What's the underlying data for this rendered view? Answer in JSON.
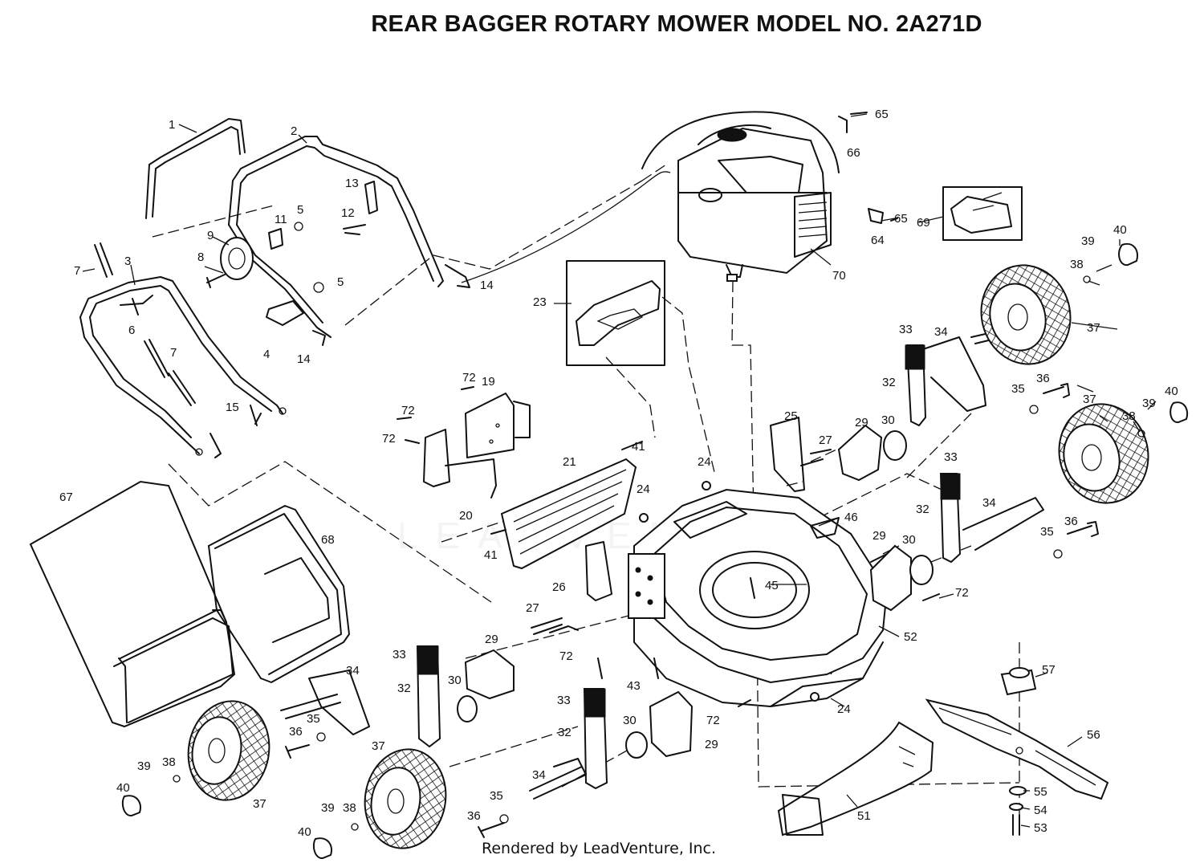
{
  "title": "REAR BAGGER ROTARY MOWER MODEL NO. 2A271D",
  "footer": "Rendered by LeadVenture, Inc.",
  "watermark": "LEADVENTURE",
  "callouts": [
    {
      "id": "c-1",
      "text": "1"
    },
    {
      "id": "c-2",
      "text": "2"
    },
    {
      "id": "c-3",
      "text": "3"
    },
    {
      "id": "c-4",
      "text": "4"
    },
    {
      "id": "c-5a",
      "text": "5"
    },
    {
      "id": "c-5b",
      "text": "5"
    },
    {
      "id": "c-6",
      "text": "6"
    },
    {
      "id": "c-7a",
      "text": "7"
    },
    {
      "id": "c-7b",
      "text": "7"
    },
    {
      "id": "c-8",
      "text": "8"
    },
    {
      "id": "c-9",
      "text": "9"
    },
    {
      "id": "c-11",
      "text": "11"
    },
    {
      "id": "c-12",
      "text": "12"
    },
    {
      "id": "c-13",
      "text": "13"
    },
    {
      "id": "c-14a",
      "text": "14"
    },
    {
      "id": "c-14b",
      "text": "14"
    },
    {
      "id": "c-15",
      "text": "15"
    },
    {
      "id": "c-19",
      "text": "19"
    },
    {
      "id": "c-20",
      "text": "20"
    },
    {
      "id": "c-21",
      "text": "21"
    },
    {
      "id": "c-23",
      "text": "23"
    },
    {
      "id": "c-24a",
      "text": "24"
    },
    {
      "id": "c-24b",
      "text": "24"
    },
    {
      "id": "c-24c",
      "text": "24"
    },
    {
      "id": "c-25",
      "text": "25"
    },
    {
      "id": "c-26",
      "text": "26"
    },
    {
      "id": "c-27a",
      "text": "27"
    },
    {
      "id": "c-27b",
      "text": "27"
    },
    {
      "id": "c-29a",
      "text": "29"
    },
    {
      "id": "c-29b",
      "text": "29"
    },
    {
      "id": "c-29c",
      "text": "29"
    },
    {
      "id": "c-29d",
      "text": "29"
    },
    {
      "id": "c-30a",
      "text": "30"
    },
    {
      "id": "c-30b",
      "text": "30"
    },
    {
      "id": "c-30c",
      "text": "30"
    },
    {
      "id": "c-30d",
      "text": "30"
    },
    {
      "id": "c-32a",
      "text": "32"
    },
    {
      "id": "c-32b",
      "text": "32"
    },
    {
      "id": "c-32c",
      "text": "32"
    },
    {
      "id": "c-32d",
      "text": "32"
    },
    {
      "id": "c-33a",
      "text": "33"
    },
    {
      "id": "c-33b",
      "text": "33"
    },
    {
      "id": "c-33c",
      "text": "33"
    },
    {
      "id": "c-33d",
      "text": "33"
    },
    {
      "id": "c-34a",
      "text": "34"
    },
    {
      "id": "c-34b",
      "text": "34"
    },
    {
      "id": "c-34c",
      "text": "34"
    },
    {
      "id": "c-34d",
      "text": "34"
    },
    {
      "id": "c-35a",
      "text": "35"
    },
    {
      "id": "c-35b",
      "text": "35"
    },
    {
      "id": "c-35c",
      "text": "35"
    },
    {
      "id": "c-35d",
      "text": "35"
    },
    {
      "id": "c-36a",
      "text": "36"
    },
    {
      "id": "c-36b",
      "text": "36"
    },
    {
      "id": "c-36c",
      "text": "36"
    },
    {
      "id": "c-36d",
      "text": "36"
    },
    {
      "id": "c-37a",
      "text": "37"
    },
    {
      "id": "c-37b",
      "text": "37"
    },
    {
      "id": "c-37c",
      "text": "37"
    },
    {
      "id": "c-37d",
      "text": "37"
    },
    {
      "id": "c-38a",
      "text": "38"
    },
    {
      "id": "c-38b",
      "text": "38"
    },
    {
      "id": "c-38c",
      "text": "38"
    },
    {
      "id": "c-38d",
      "text": "38"
    },
    {
      "id": "c-39a",
      "text": "39"
    },
    {
      "id": "c-39b",
      "text": "39"
    },
    {
      "id": "c-39c",
      "text": "39"
    },
    {
      "id": "c-39d",
      "text": "39"
    },
    {
      "id": "c-40a",
      "text": "40"
    },
    {
      "id": "c-40b",
      "text": "40"
    },
    {
      "id": "c-40c",
      "text": "40"
    },
    {
      "id": "c-40d",
      "text": "40"
    },
    {
      "id": "c-41a",
      "text": "41"
    },
    {
      "id": "c-41b",
      "text": "41"
    },
    {
      "id": "c-43",
      "text": "43"
    },
    {
      "id": "c-45",
      "text": "45"
    },
    {
      "id": "c-46",
      "text": "46"
    },
    {
      "id": "c-51",
      "text": "51"
    },
    {
      "id": "c-52",
      "text": "52"
    },
    {
      "id": "c-53",
      "text": "53"
    },
    {
      "id": "c-54",
      "text": "54"
    },
    {
      "id": "c-55",
      "text": "55"
    },
    {
      "id": "c-56",
      "text": "56"
    },
    {
      "id": "c-57",
      "text": "57"
    },
    {
      "id": "c-64",
      "text": "64"
    },
    {
      "id": "c-65a",
      "text": "65"
    },
    {
      "id": "c-65b",
      "text": "65"
    },
    {
      "id": "c-66",
      "text": "66"
    },
    {
      "id": "c-67",
      "text": "67"
    },
    {
      "id": "c-68",
      "text": "68"
    },
    {
      "id": "c-69",
      "text": "69"
    },
    {
      "id": "c-70",
      "text": "70"
    },
    {
      "id": "c-72a",
      "text": "72"
    },
    {
      "id": "c-72b",
      "text": "72"
    },
    {
      "id": "c-72c",
      "text": "72"
    },
    {
      "id": "c-72d",
      "text": "72"
    },
    {
      "id": "c-72e",
      "text": "72"
    },
    {
      "id": "c-72f",
      "text": "72"
    }
  ]
}
